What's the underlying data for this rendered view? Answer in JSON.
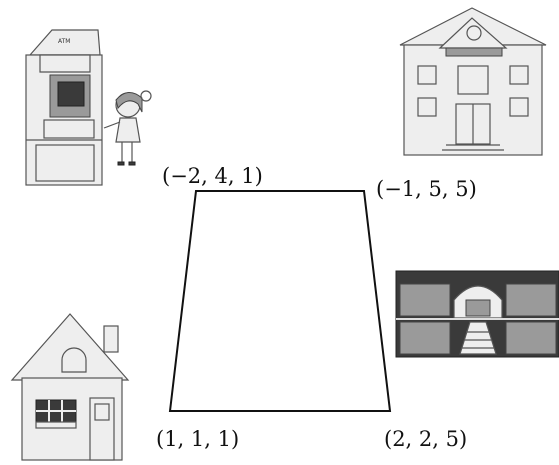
{
  "diagram": {
    "vertices": {
      "top_left": {
        "label": "(−2, 4, 1)"
      },
      "top_right": {
        "label": "(−1, 5, 5)"
      },
      "bottom_left": {
        "label": "(1, 1, 1)"
      },
      "bottom_right": {
        "label": "(2, 2, 5)"
      }
    },
    "pictures": {
      "atm": {
        "icon": "atm-machine-icon",
        "sign": "ATM"
      },
      "school": {
        "icon": "school-building-icon"
      },
      "house": {
        "icon": "house-icon"
      },
      "dollhouse": {
        "icon": "dollhouse-icon"
      }
    }
  }
}
